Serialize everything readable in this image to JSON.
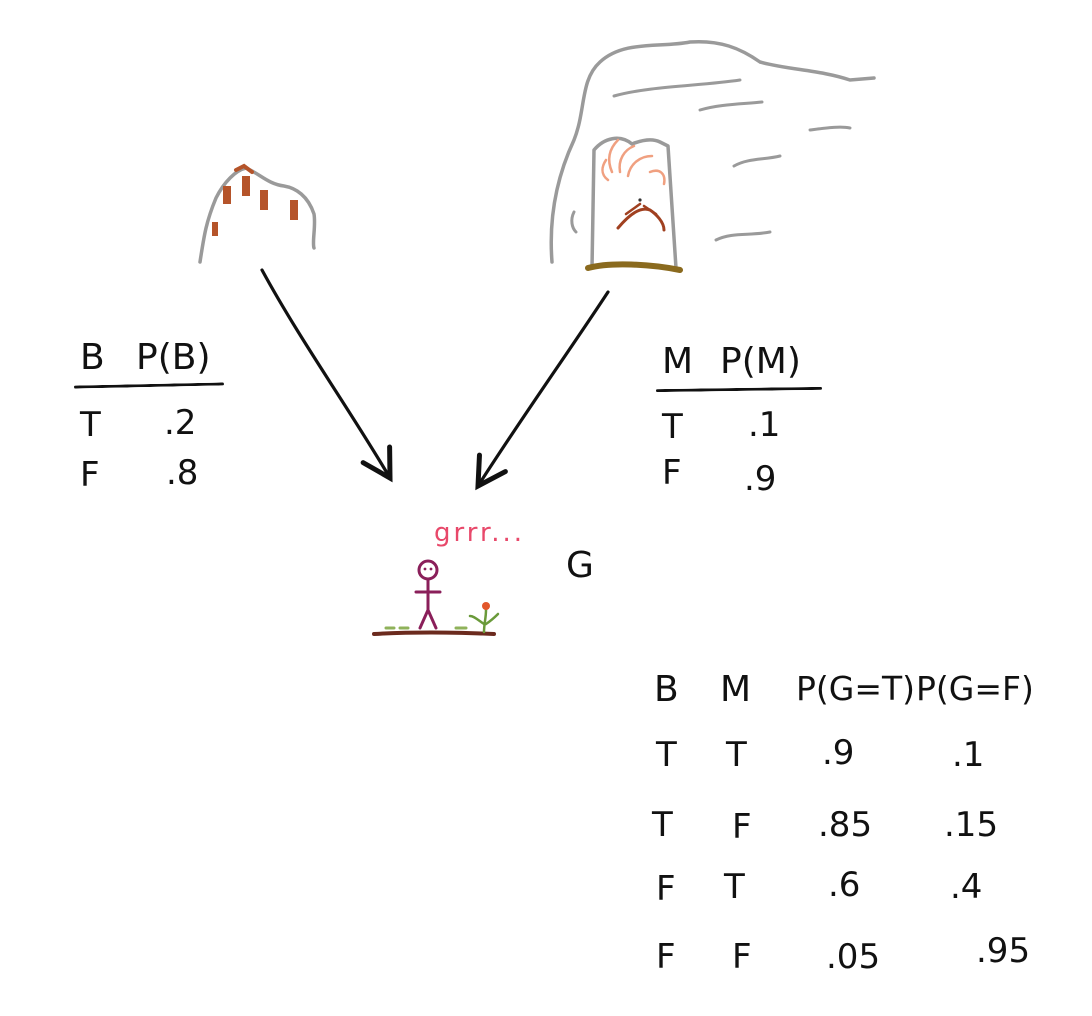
{
  "colors": {
    "ink": "#111111",
    "sketch_gray": "#9a9a9a",
    "brick": "#b5542a",
    "ground": "#6b2a1e",
    "figure": "#8a1f5a",
    "growl": "#e8486a",
    "grass": "#8fb25a",
    "flame": "#f0a080"
  },
  "icons": {
    "burglar_node": "castle-tower-icon",
    "monster_node": "cave-monster-icon",
    "person_node": "stick-figure-icon"
  },
  "table_b": {
    "headers": [
      "B",
      "P(B)"
    ],
    "rows": [
      [
        "T",
        ".2"
      ],
      [
        "F",
        ".8"
      ]
    ]
  },
  "table_m": {
    "headers": [
      "M",
      "P(M)"
    ],
    "rows": [
      [
        "T",
        ".1"
      ],
      [
        "F",
        ".9"
      ]
    ]
  },
  "node_g": {
    "label": "G",
    "speech": "grrr..."
  },
  "table_g": {
    "headers": [
      "B",
      "M",
      "P(G=T)",
      "P(G=F)"
    ],
    "rows": [
      [
        "T",
        "T",
        ".9",
        ".1"
      ],
      [
        "T",
        "F",
        ".85",
        ".15"
      ],
      [
        "F",
        "T",
        ".6",
        ".4"
      ],
      [
        "F",
        "F",
        ".05",
        ".95"
      ]
    ]
  }
}
